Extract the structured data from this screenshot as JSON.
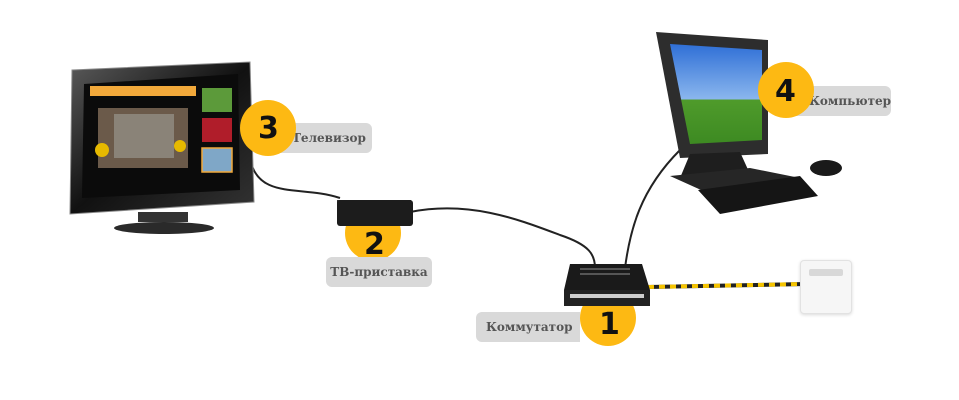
{
  "diagram": {
    "title": "Home network connection scheme",
    "nodes": [
      {
        "id": "switch",
        "number": "1",
        "label": "Коммутатор"
      },
      {
        "id": "tv-box",
        "number": "2",
        "label": "ТВ-приставка"
      },
      {
        "id": "tv",
        "number": "3",
        "label": "Телевизор"
      },
      {
        "id": "computer",
        "number": "4",
        "label": "Компьютер"
      }
    ],
    "edges": [
      {
        "from": "wall-socket",
        "to": "switch",
        "style": "striped"
      },
      {
        "from": "switch",
        "to": "tv-box"
      },
      {
        "from": "switch",
        "to": "computer"
      },
      {
        "from": "tv-box",
        "to": "tv"
      }
    ],
    "colors": {
      "badge": "#fdb913",
      "pill": "#d9d9d9",
      "pill_text": "#555555",
      "cable": "#222222",
      "stripe_yellow": "#f5c400"
    }
  }
}
